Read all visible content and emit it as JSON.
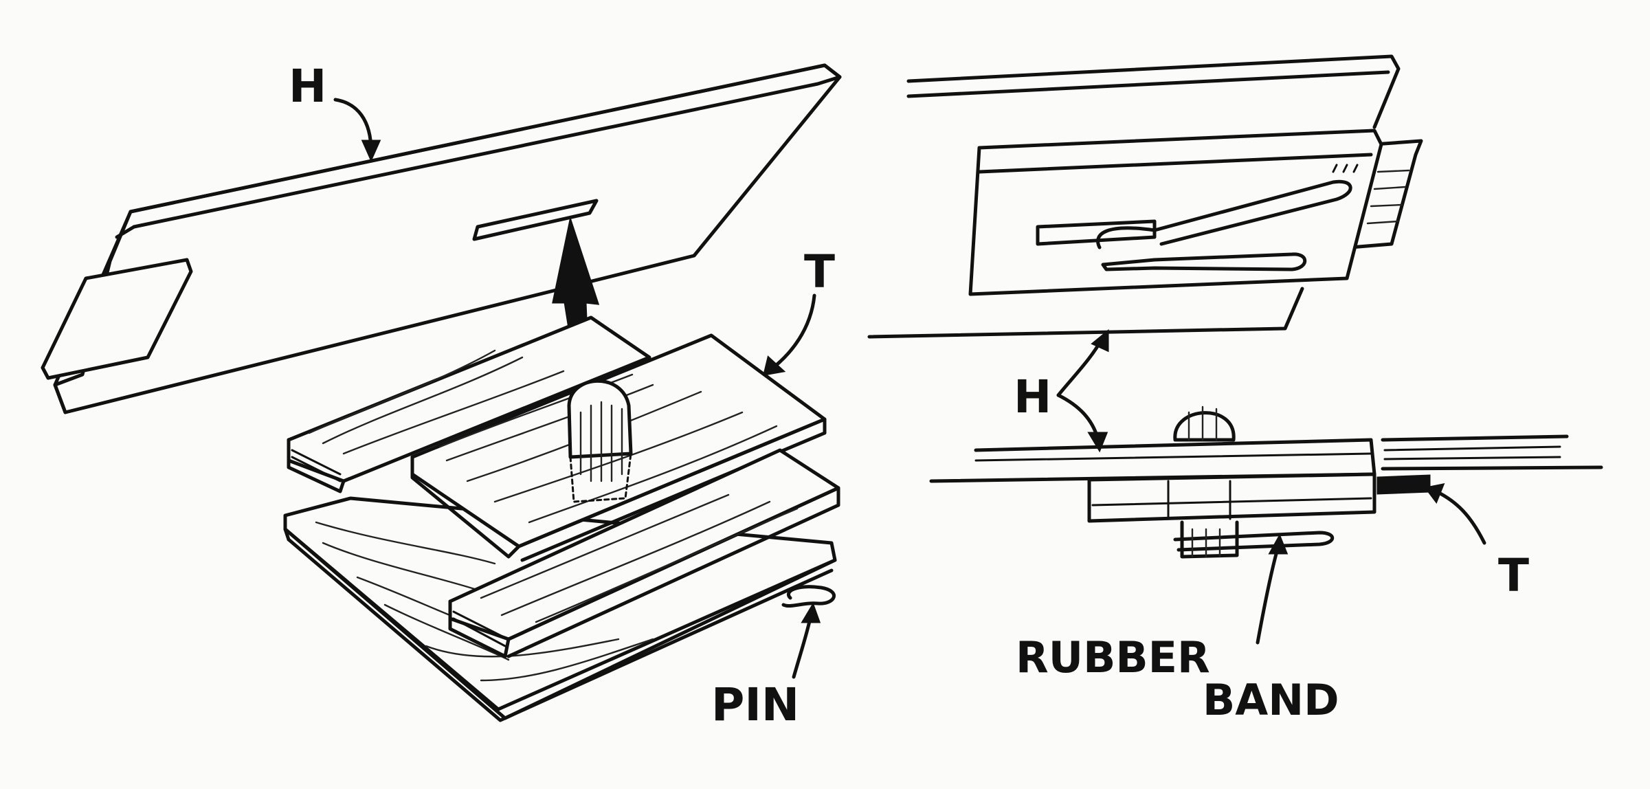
{
  "labels": {
    "h_left": "H",
    "t_left": "T",
    "pin": "PIN",
    "h_right": "H",
    "t_right": "T",
    "rubber": "RUBBER",
    "band": "BAND"
  },
  "colors": {
    "ink": "#111111",
    "paper": "#fbfbf9"
  }
}
